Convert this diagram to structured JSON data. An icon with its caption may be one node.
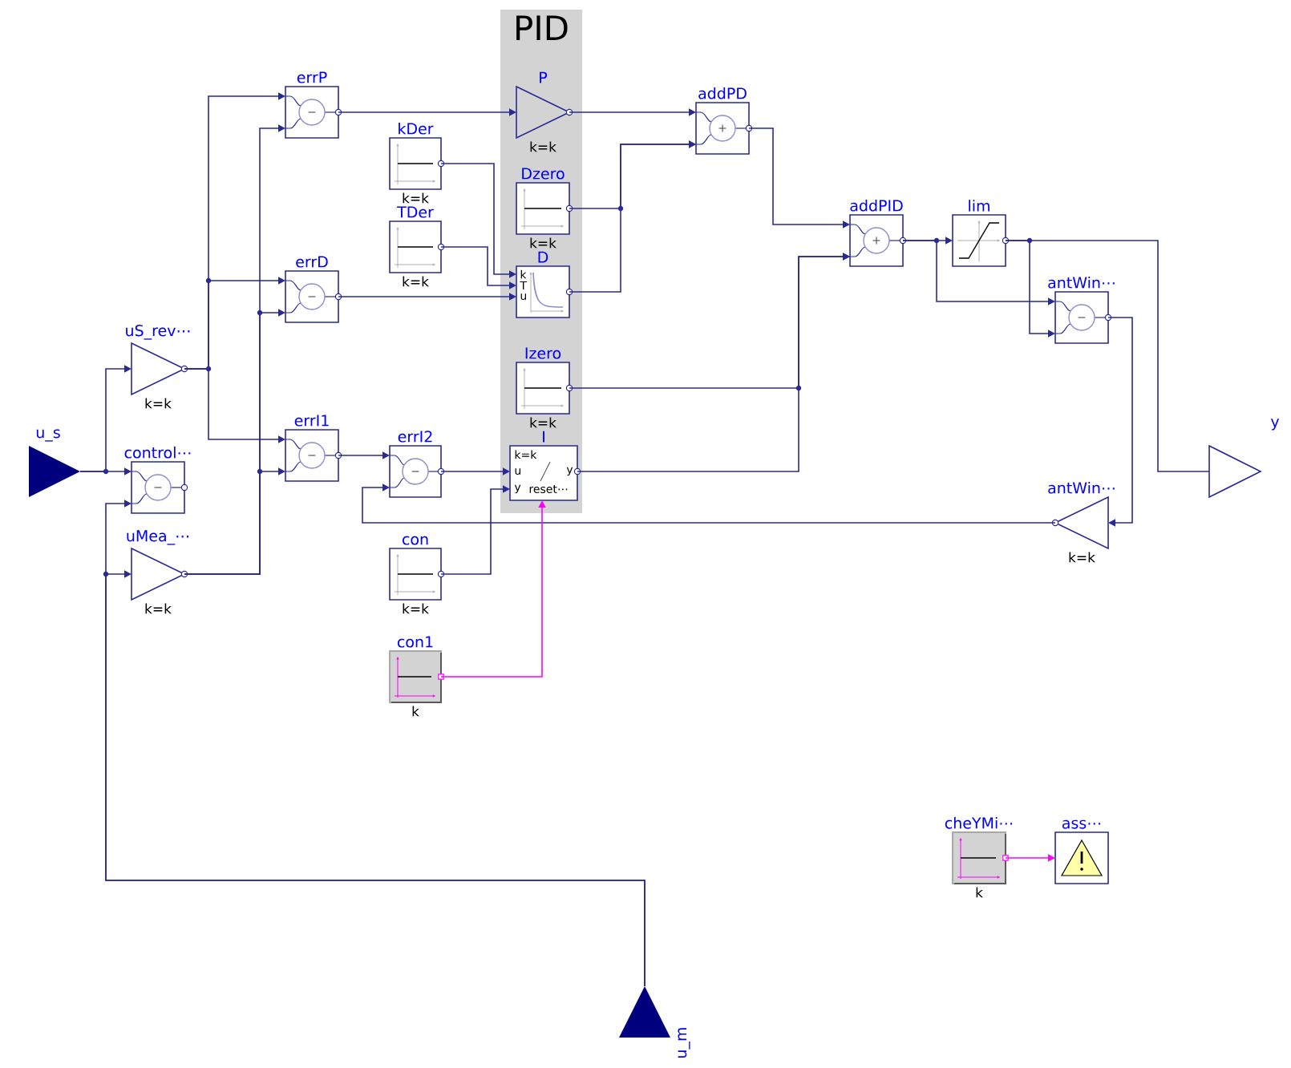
{
  "diagram": {
    "nodes": [
      {
        "text": [
          "u_s"
        ]
      },
      {
        "text": [
          "uS_rev⋯",
          "k=k"
        ]
      },
      {
        "text": [
          "control⋯"
        ]
      },
      {
        "text": [
          "uMea_⋯",
          "k=k"
        ]
      },
      {
        "text": [
          "errP"
        ]
      },
      {
        "text": [
          "errD"
        ]
      },
      {
        "text": [
          "errI1"
        ]
      },
      {
        "text": [
          "kDer",
          "k=k"
        ]
      },
      {
        "text": [
          "TDer",
          "k=k"
        ]
      },
      {
        "text": [
          "errI2"
        ]
      },
      {
        "text": [
          "con",
          "k=k"
        ]
      },
      {
        "text": [
          "con1",
          "k"
        ]
      },
      {
        "text": [
          "PID"
        ]
      },
      {
        "text": [
          "P",
          "k=k"
        ],
        "in": 12
      },
      {
        "text": [
          "Dzero",
          "k=k"
        ],
        "in": 12
      },
      {
        "text": [
          "D",
          "k",
          "T",
          "u"
        ],
        "in": 12
      },
      {
        "text": [
          "Izero",
          "k=k"
        ],
        "in": 12
      },
      {
        "text": [
          "I",
          "k=k",
          "u",
          "y",
          "y",
          "reset⋯"
        ],
        "in": 12
      },
      {
        "text": [
          "addPD"
        ]
      },
      {
        "text": [
          "addPID"
        ]
      },
      {
        "text": [
          "lim"
        ]
      },
      {
        "text": [
          "antWin⋯"
        ]
      },
      {
        "text": [
          "antWin⋯",
          "k=k"
        ]
      },
      {
        "text": [
          "y"
        ]
      },
      {
        "text": [
          "u_m"
        ]
      },
      {
        "text": [
          "cheYMi⋯",
          "k"
        ]
      },
      {
        "text": [
          "ass⋯"
        ]
      }
    ],
    "edges": [
      {
        "from": 0,
        "to": 1,
        "arrow": "to"
      },
      {
        "from": 0,
        "to": 2,
        "arrow": "to"
      },
      {
        "from": 24,
        "to": 2,
        "arrow": "to"
      },
      {
        "from": 24,
        "to": 3,
        "arrow": "to"
      },
      {
        "from": 1,
        "to": 4,
        "arrow": "to"
      },
      {
        "from": 1,
        "to": 5,
        "arrow": "to"
      },
      {
        "from": 1,
        "to": 6,
        "arrow": "to"
      },
      {
        "from": 3,
        "to": 4,
        "arrow": "to"
      },
      {
        "from": 3,
        "to": 5,
        "arrow": "to"
      },
      {
        "from": 3,
        "to": 6,
        "arrow": "to"
      },
      {
        "from": 4,
        "to": 13,
        "arrow": "to"
      },
      {
        "from": 7,
        "to": 15,
        "arrow": "to"
      },
      {
        "from": 8,
        "to": 15,
        "arrow": "to"
      },
      {
        "from": 5,
        "to": 15,
        "arrow": "to"
      },
      {
        "from": 6,
        "to": 9,
        "arrow": "to"
      },
      {
        "from": 22,
        "to": 9,
        "arrow": "to"
      },
      {
        "from": 9,
        "to": 17,
        "arrow": "to"
      },
      {
        "from": 10,
        "to": 17,
        "arrow": "to"
      },
      {
        "from": 11,
        "to": 17,
        "arrow": "to",
        "color": "#ff00ff"
      },
      {
        "from": 13,
        "to": 18,
        "arrow": "to"
      },
      {
        "from": 14,
        "to": 18,
        "arrow": "to"
      },
      {
        "from": 15,
        "to": 18,
        "arrow": "to"
      },
      {
        "from": 16,
        "to": 19,
        "arrow": "to"
      },
      {
        "from": 17,
        "to": 19,
        "arrow": "to"
      },
      {
        "from": 18,
        "to": 19,
        "arrow": "to"
      },
      {
        "from": 19,
        "to": 20,
        "arrow": "to"
      },
      {
        "from": 19,
        "to": 21,
        "arrow": "to"
      },
      {
        "from": 20,
        "to": 23,
        "arrow": "none"
      },
      {
        "from": 20,
        "to": 21,
        "arrow": "to"
      },
      {
        "from": 21,
        "to": 22,
        "arrow": "to"
      },
      {
        "from": 25,
        "to": 26,
        "arrow": "to",
        "color": "#ff00ff"
      }
    ]
  }
}
